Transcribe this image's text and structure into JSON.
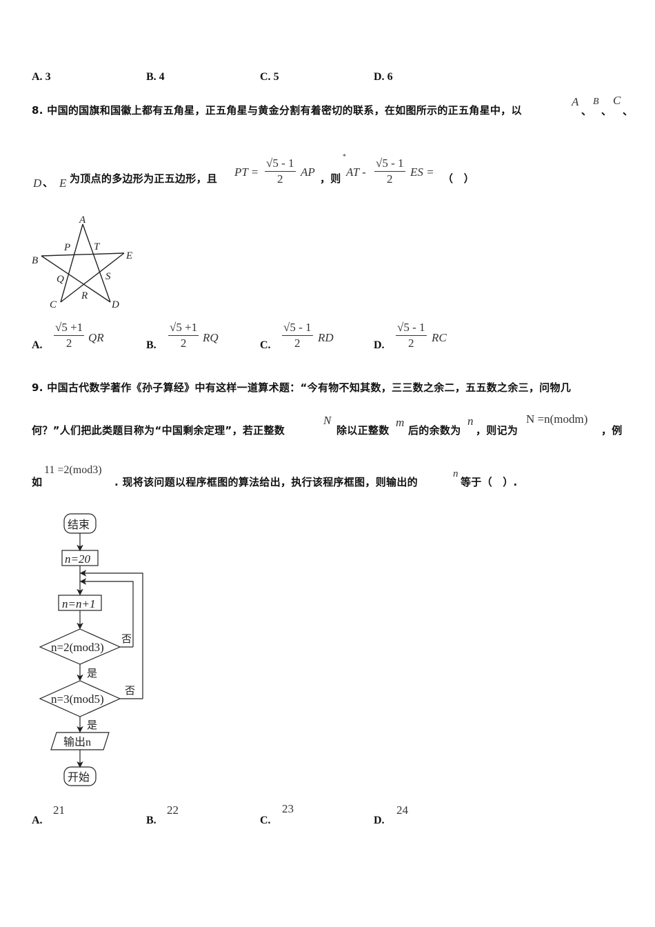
{
  "prev_question_options": [
    {
      "label": "A.",
      "value": "3"
    },
    {
      "label": "B.",
      "value": "4"
    },
    {
      "label": "C.",
      "value": "5"
    },
    {
      "label": "D.",
      "value": "6"
    }
  ],
  "q8": {
    "number": "8.",
    "line1_text": "中国的国旗和国徽上都有五角星，正五角星与黄金分割有着密切的联系，在如图所示的正五角星中，以",
    "vertices_first": [
      "A",
      "B",
      "C"
    ],
    "separator": "、",
    "vertices_second": [
      "D",
      "E"
    ],
    "line2_text": "为顶点的多边形为正五边形，且",
    "given_lhs": "PT =",
    "frac_num": "√5 - 1",
    "frac_den": "2",
    "given_rhs": "AP",
    "comma": "，则",
    "expr_first": "AT -",
    "expr_frac_num": "√5 - 1",
    "expr_frac_den": "2",
    "expr_last": "ES =",
    "blank": "（　）",
    "figure_labels": {
      "A": "A",
      "B": "B",
      "C": "C",
      "D": "D",
      "E": "E",
      "P": "P",
      "T": "T",
      "Q": "Q",
      "R": "R",
      "S": "S"
    },
    "options": [
      {
        "label": "A.",
        "num": "√5 +1",
        "den": "2",
        "vec": "QR"
      },
      {
        "label": "B.",
        "num": "√5 +1",
        "den": "2",
        "vec": "RQ"
      },
      {
        "label": "C.",
        "num": "√5 - 1",
        "den": "2",
        "vec": "RD"
      },
      {
        "label": "D.",
        "num": "√5 - 1",
        "den": "2",
        "vec": "RC"
      }
    ]
  },
  "q9": {
    "number": "9.",
    "line1_text": "中国古代数学著作《孙子算经》中有这样一道算术题：“今有物不知其数，三三数之余二，五五数之余三，问物几",
    "line2_text_a": "何？”人们把此类题目称为“中国剩余定理”，若正整数",
    "var_N": "N",
    "line2_text_b": "除以正整数",
    "var_m": "m",
    "line2_text_c": "后的余数为",
    "var_n": "n",
    "line2_text_d": "，则记为",
    "notation": "N =n(modm)",
    "line2_text_e": "，例",
    "line3_text_a": "如",
    "example": "11 =2(mod3)",
    "line3_text_b": ". 现将该问题以程序框图的算法给出，执行该程序框图，则输出的",
    "line3_text_c": "等于（　）.",
    "flowchart": {
      "start": "结束",
      "init": "n=20",
      "increment": "n=n+1",
      "cond1": "n=2(mod3)",
      "cond2": "n=3(mod5)",
      "yes": "是",
      "no": "否",
      "output": "输出n",
      "end": "开始"
    },
    "options": [
      {
        "label": "A.",
        "value": "21"
      },
      {
        "label": "B.",
        "value": "22"
      },
      {
        "label": "C.",
        "value": "23"
      },
      {
        "label": "D.",
        "value": "24"
      }
    ]
  }
}
